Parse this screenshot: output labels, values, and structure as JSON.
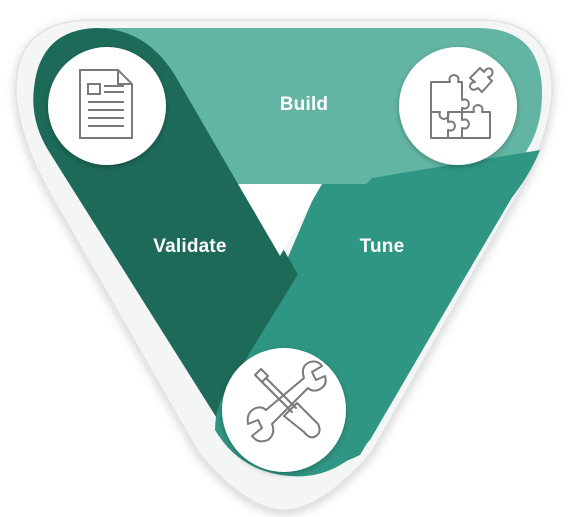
{
  "diagram": {
    "stages": [
      {
        "id": "build",
        "label": "Build",
        "icon": "puzzle-icon",
        "color": "#63b5a3"
      },
      {
        "id": "tune",
        "label": "Tune",
        "icon": "tools-icon",
        "color": "#2f9683"
      },
      {
        "id": "validate",
        "label": "Validate",
        "icon": "document-icon",
        "color": "#1d6a58"
      }
    ],
    "colors": {
      "frame": "#f4f5f5",
      "frame_edge": "#dfe2e2",
      "circle": "#ffffff",
      "icon_stroke": "#7a7a7a"
    }
  }
}
